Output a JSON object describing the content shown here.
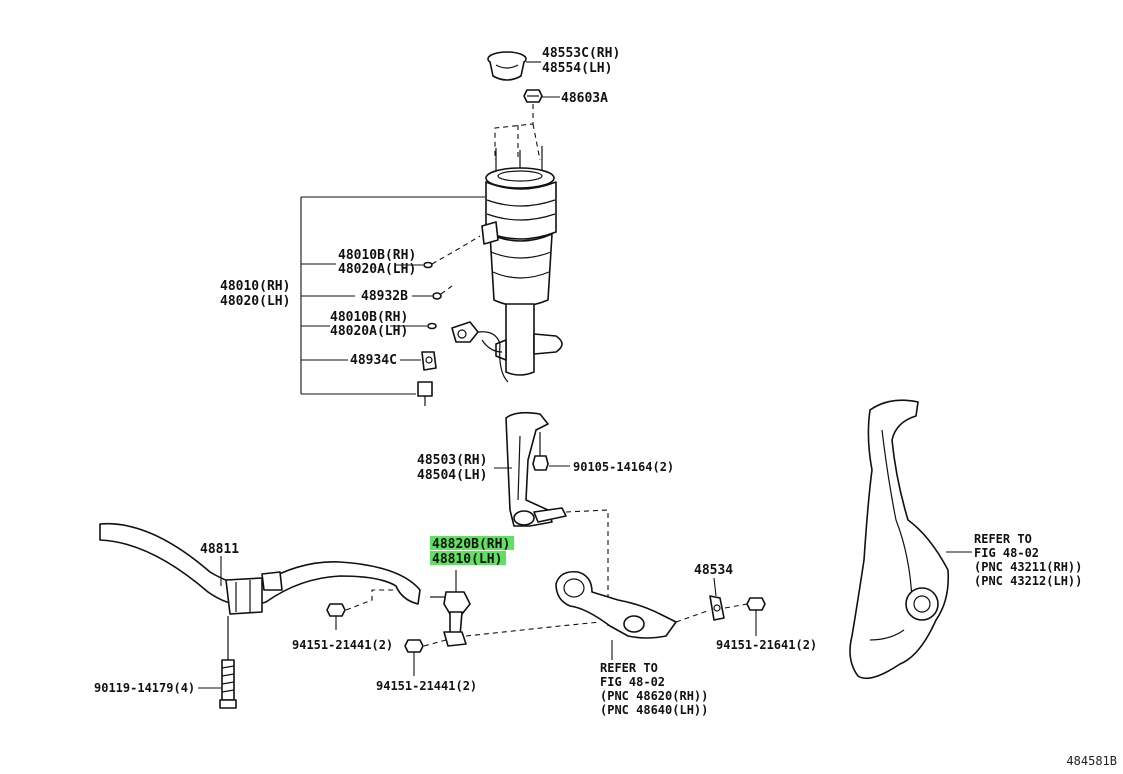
{
  "labels": {
    "l48553c": "48553C(RH)",
    "l48554": "48554(LH)",
    "l48603a": "48603A",
    "l48010b_1": "48010B(RH)",
    "l48020a_1": "48020A(LH)",
    "l48010": "48010(RH)",
    "l48020": "48020(LH)",
    "l48932b": "48932B",
    "l48010b_2": "48010B(RH)",
    "l48020a_2": "48020A(LH)",
    "l48934c": "48934C",
    "l48503": "48503(RH)",
    "l48504": "48504(LH)",
    "l90105": "90105-14164(2)",
    "l48811": "48811",
    "l48820b": "48820B(RH)",
    "l48810": "48810(LH)",
    "l48534": "48534",
    "l94151a": "94151-21441(2)",
    "l94151b": "94151-21441(2)",
    "l94151c": "94151-21641(2)",
    "l90119": "90119-14179(4)"
  },
  "refs": {
    "knuckle": {
      "line1": "REFER TO",
      "line2": "FIG 48-02",
      "line3": "(PNC 43211(RH))",
      "line4": "(PNC 43212(LH))"
    },
    "lower_arm": {
      "line1": "REFER TO",
      "line2": "FIG 48-02",
      "line3": "(PNC 48620(RH))",
      "line4": "(PNC 48640(LH))"
    }
  },
  "figure_code": "484581B",
  "colors": {
    "highlight": "#5fe05f",
    "line": "#111111",
    "background": "#ffffff"
  }
}
